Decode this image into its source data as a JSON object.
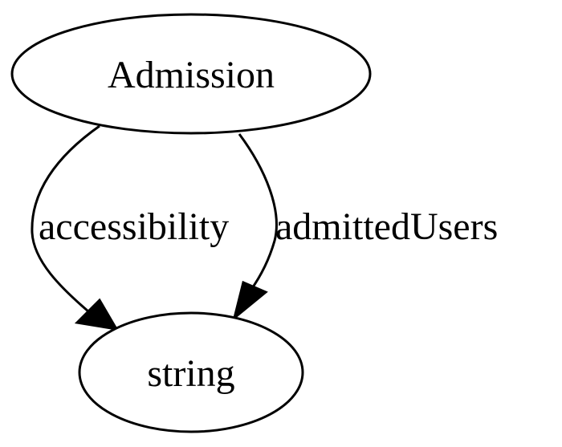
{
  "diagram": {
    "nodes": {
      "admission": {
        "label": "Admission"
      },
      "string": {
        "label": "string"
      }
    },
    "edges": {
      "accessibility": {
        "label": "accessibility",
        "from": "Admission",
        "to": "string"
      },
      "admitted_users": {
        "label": "admittedUsers",
        "from": "Admission",
        "to": "string"
      }
    }
  }
}
